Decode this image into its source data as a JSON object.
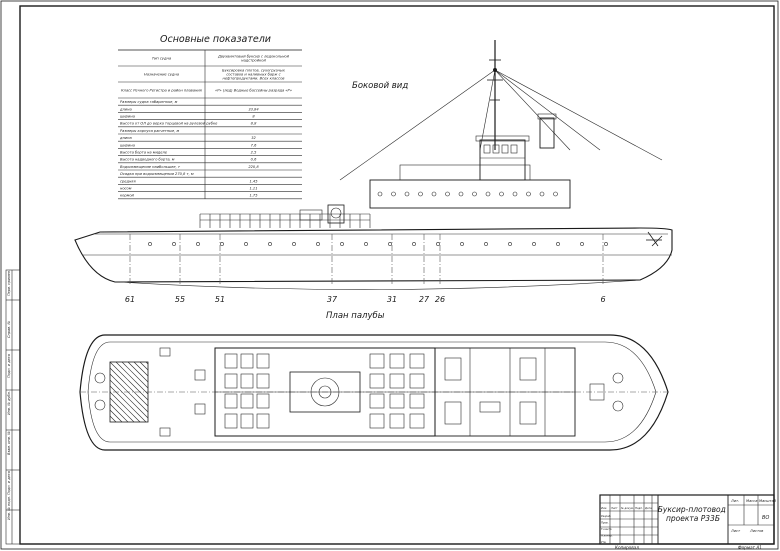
{
  "table": {
    "title": "Основные показатели",
    "rows": [
      {
        "label": "Тип судна",
        "value": "Двухвинтовый буксир с ледокольной надстройкой"
      },
      {
        "label": "Назначение судна",
        "value": "Буксировка плотов, сухогрузных составов и наливных барж с нефтепродуктами. Всех классов"
      },
      {
        "label": "Класс Речного Регистра и район плавания",
        "value": "«Р» (лед) Водные бассейны разряда «Р»"
      },
      {
        "label": "Размеры судна габаритные, м",
        "value": ""
      },
      {
        "label": "длина",
        "value": "33,84"
      },
      {
        "label": "ширина",
        "value": "8"
      },
      {
        "label": "Высота от ОЛ до верха торцевой на рулевой рубке",
        "value": "8,8"
      },
      {
        "label": "Размеры корпуса расчетные, м",
        "value": ""
      },
      {
        "label": "длина",
        "value": "32"
      },
      {
        "label": "ширина",
        "value": "7,6"
      },
      {
        "label": "Высота борта на миделе",
        "value": "2,5"
      },
      {
        "label": "Высота надводного борта, м",
        "value": "0,6"
      },
      {
        "label": "Водоизмещение наибольшее, т",
        "value": "220,8"
      },
      {
        "label": "Осадка при водоизмещении 270,8 т, м",
        "value": ""
      },
      {
        "label": "средняя",
        "value": "1,45"
      },
      {
        "label": "носом",
        "value": "1,11"
      },
      {
        "label": "кормой",
        "value": "1,75"
      }
    ]
  },
  "side_view_label": "Боковой вид",
  "deck_plan_label": "План палубы",
  "frame_numbers": [
    "61",
    "55",
    "51",
    "37",
    "31",
    "27",
    "26",
    "6"
  ],
  "title_block": {
    "drawing_name": "Буксир-плотовод проекта Р33Б",
    "sheet_code": "ВО",
    "cols": [
      "Лит.",
      "Масса",
      "Масштаб"
    ],
    "sheet_label": "Лист",
    "sheets_label": "Листов",
    "roles": [
      "Разраб.",
      "Пров.",
      "Т.контр.",
      "Н.контр.",
      "Утв."
    ],
    "change_cols": [
      "Изм.",
      "Лист",
      "№ докум.",
      "Подп.",
      "Дата"
    ],
    "footer_left": "Копировал",
    "footer_right": "Формат А1"
  },
  "stamp_left": [
    "Инв. № подл.",
    "Подп. и дата",
    "Взам. инв. №",
    "Инв. № дубл.",
    "Подп. и дата",
    "Справ. №",
    "Перв. примен."
  ]
}
